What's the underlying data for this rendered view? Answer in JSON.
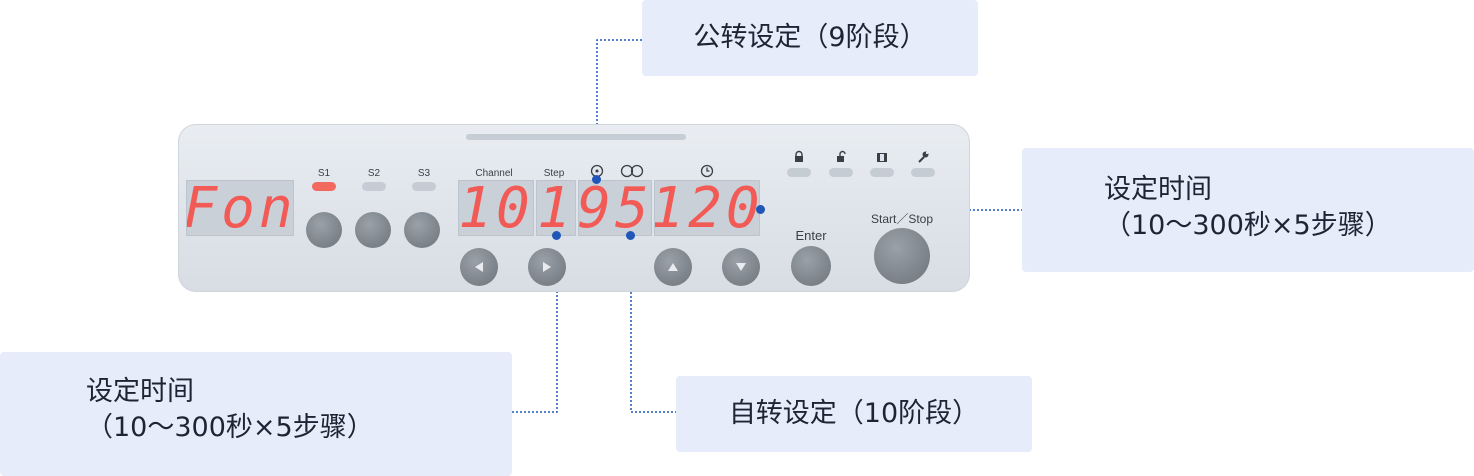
{
  "callouts": {
    "top": "公转设定（9阶段）",
    "right_line1": "设定时间",
    "right_line2": "（10～300秒×5步骤）",
    "left_line1": "设定时间",
    "left_line2": "（10～300秒×5步骤）",
    "bottom": "自转设定（10阶段）"
  },
  "panel": {
    "display_main": "Fon",
    "display_channel": "10",
    "display_step": "1",
    "display_speed": "95",
    "display_time": "120",
    "slot_labels": [
      "S1",
      "S2",
      "S3"
    ],
    "channel_label": "Channel",
    "step_label": "Step",
    "enter_label": "Enter",
    "start_stop_label": "Start／Stop",
    "icons": {
      "revolution": "revolution-icon",
      "rotation": "rotation-icon",
      "timer": "clock-icon",
      "lock": "lock-icon",
      "unlock": "unlock-icon",
      "container": "container-icon",
      "tool": "wrench-icon",
      "left": "arrow-left-icon",
      "right": "arrow-right-icon",
      "up": "arrow-up-icon",
      "down": "arrow-down-icon"
    }
  },
  "colors": {
    "callout_bg": "#e6ecf9",
    "leader_line": "#1f56b8",
    "digit": "#f25a55",
    "led_active": "#f26a5f"
  }
}
